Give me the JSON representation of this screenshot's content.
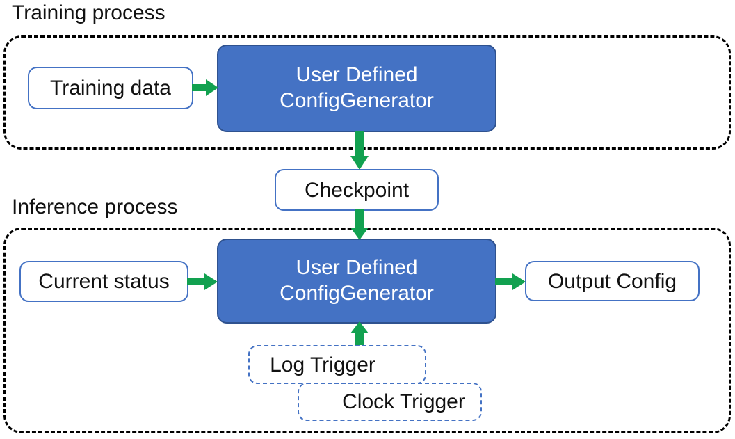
{
  "diagram": {
    "title_training": "Training process",
    "title_inference": "Inference process",
    "accent_blue": "#4472C4",
    "accent_blue_dark": "#2F528F",
    "accent_green": "#12A150",
    "container_stroke": "#000000",
    "text_dark": "#111111",
    "text_light": "#FFFFFF"
  },
  "training": {
    "label": "Training process",
    "nodes": {
      "training_data": "Training data",
      "config_generator": "User Defined\nConfigGenerator",
      "config_generator_line1": "User Defined",
      "config_generator_line2": "ConfigGenerator"
    }
  },
  "bridge": {
    "checkpoint": "Checkpoint"
  },
  "inference": {
    "label": "Inference process",
    "nodes": {
      "current_status": "Current status",
      "config_generator_line1": "User Defined",
      "config_generator_line2": "ConfigGenerator",
      "output_config": "Output Config",
      "log_trigger": "Log Trigger",
      "clock_trigger": "Clock Trigger"
    }
  },
  "arrows": [
    {
      "name": "training-data-to-config-generator",
      "direction": "right"
    },
    {
      "name": "config-generator-to-checkpoint",
      "direction": "down"
    },
    {
      "name": "checkpoint-to-config-generator",
      "direction": "down"
    },
    {
      "name": "current-status-to-config-generator",
      "direction": "right"
    },
    {
      "name": "config-generator-to-output-config",
      "direction": "right"
    },
    {
      "name": "triggers-to-config-generator",
      "direction": "up"
    }
  ]
}
